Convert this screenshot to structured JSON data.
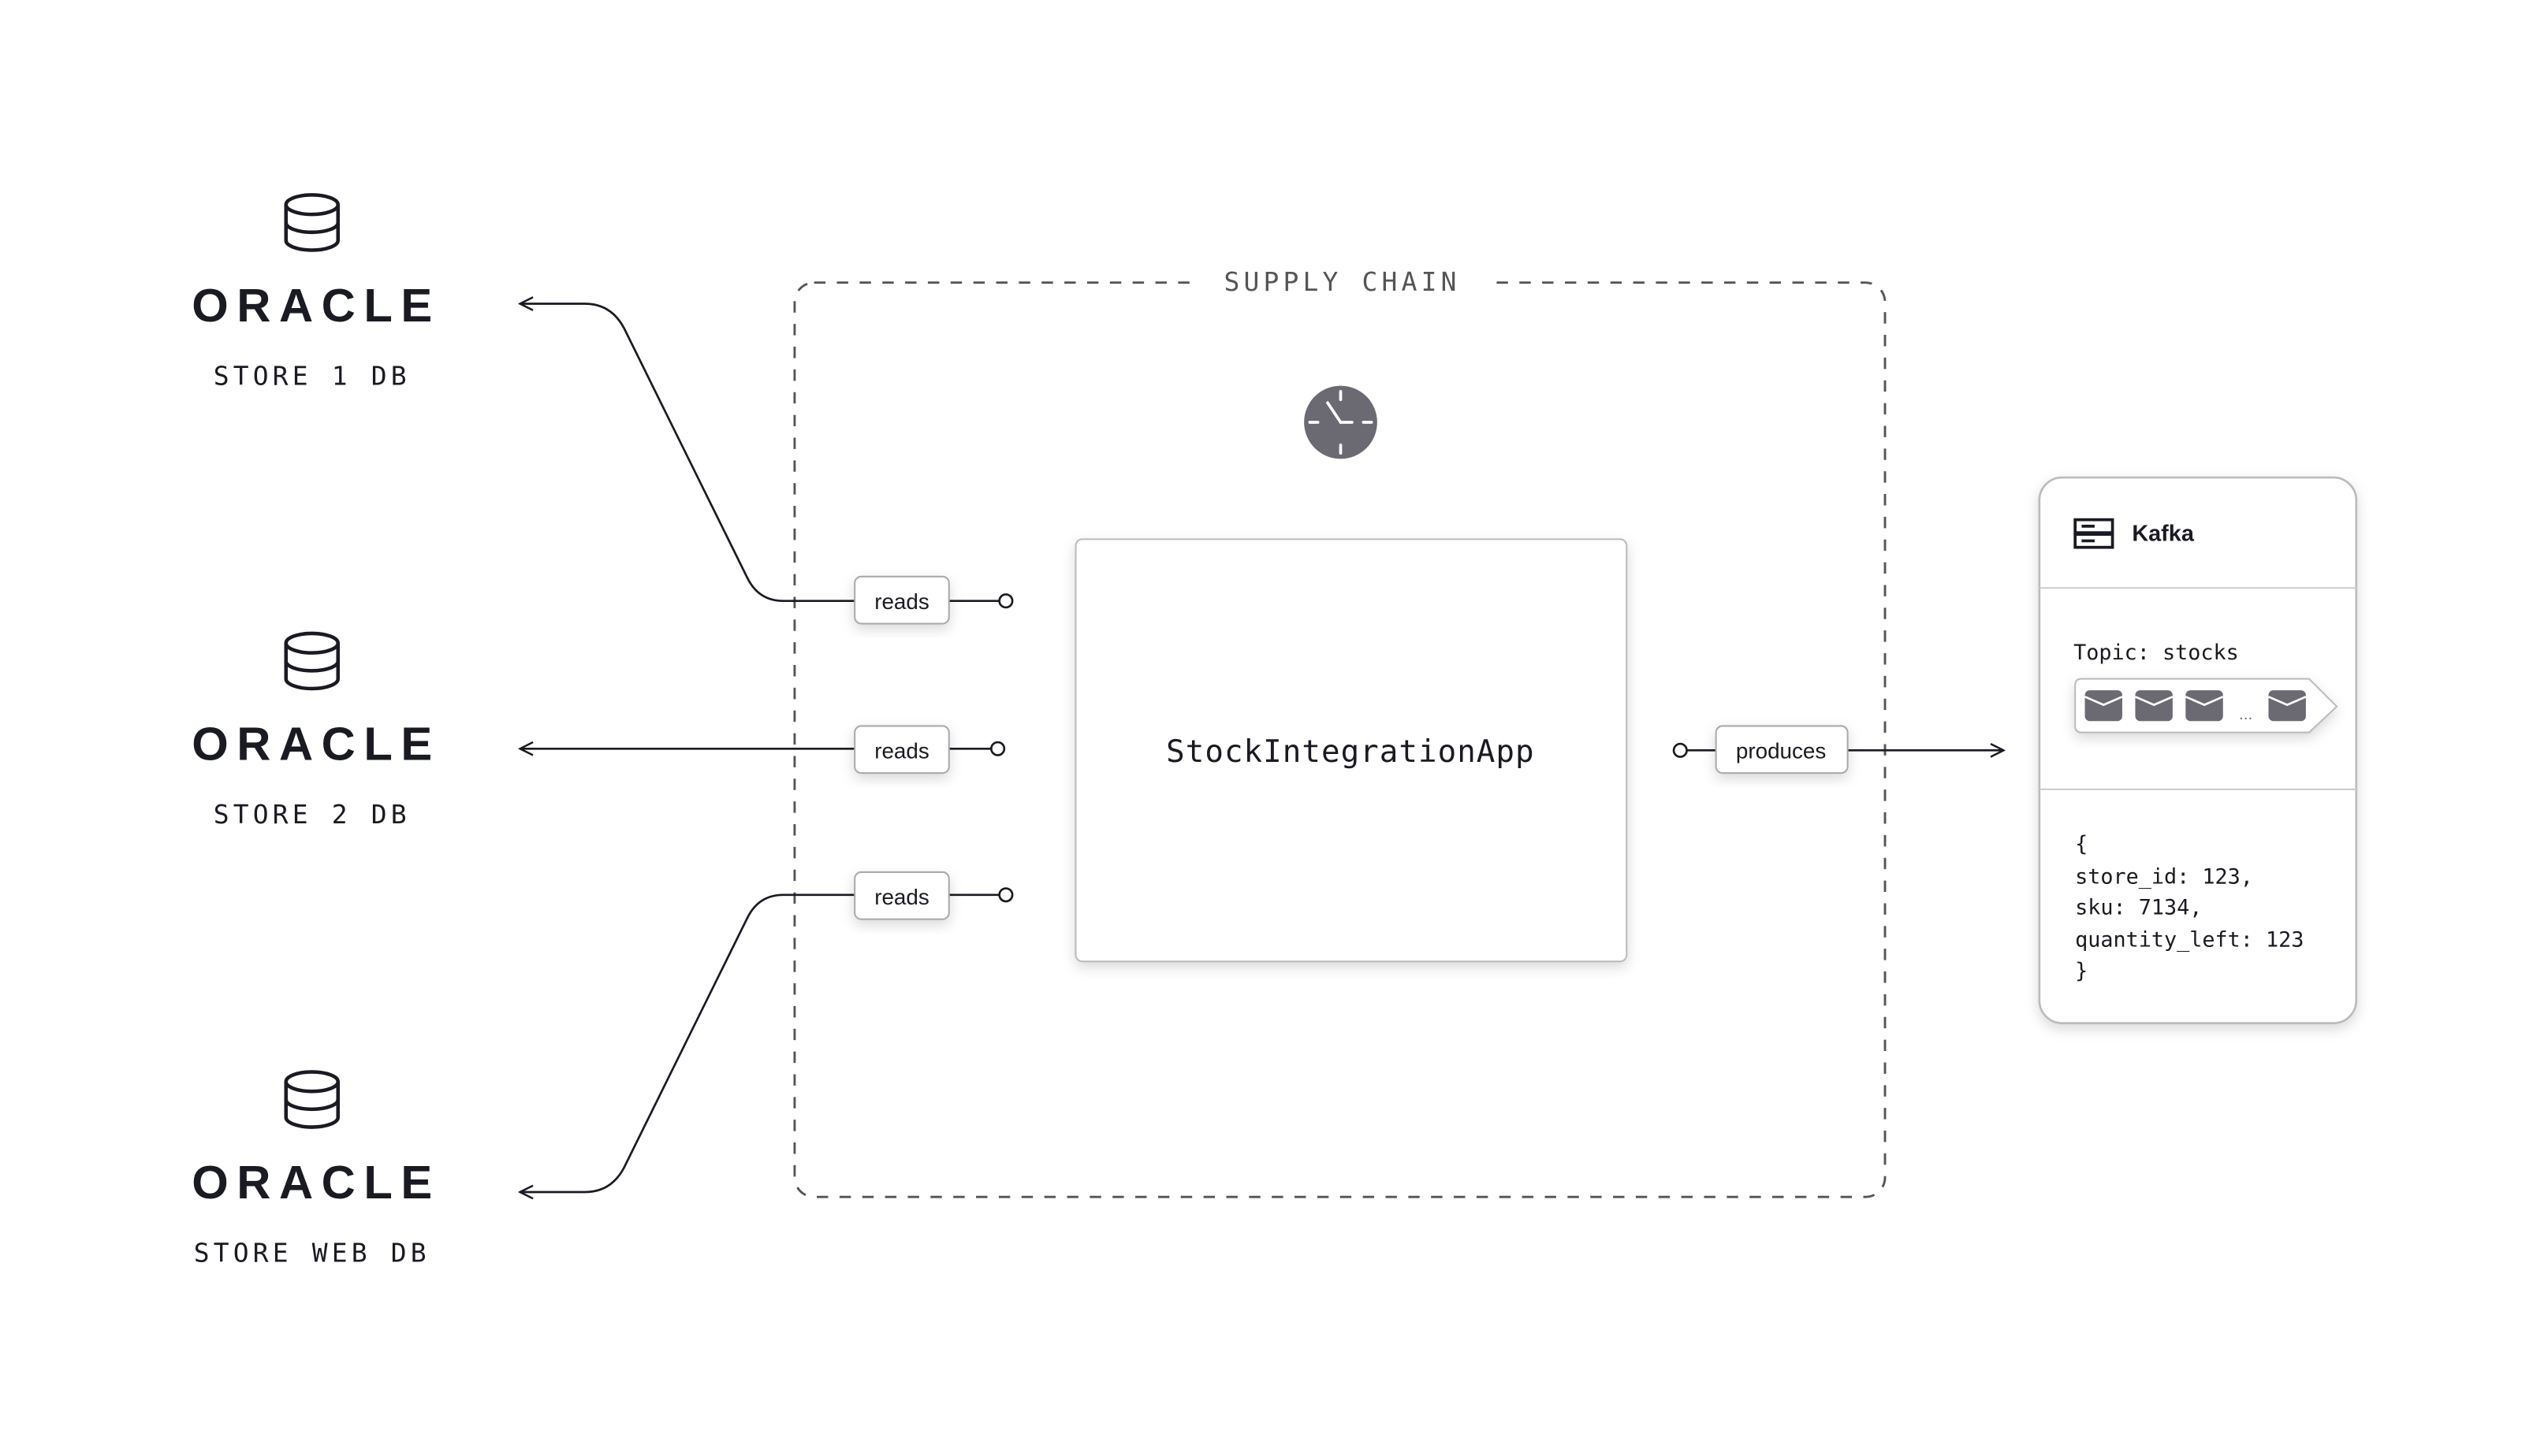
{
  "sources": [
    {
      "logo": "ORACLE",
      "label": "STORE 1 DB",
      "edge_label": "reads"
    },
    {
      "logo": "ORACLE",
      "label": "STORE 2 DB",
      "edge_label": "reads"
    },
    {
      "logo": "ORACLE",
      "label": "STORE WEB DB",
      "edge_label": "reads"
    }
  ],
  "group": {
    "label": "SUPPLY CHAIN"
  },
  "app": {
    "name": "StockIntegrationApp",
    "trigger_icon": "clock-icon"
  },
  "output_edge": {
    "label": "produces"
  },
  "kafka": {
    "title": "Kafka",
    "topic": "Topic: stocks",
    "ellipsis": "...",
    "payload": [
      "{",
      "store_id: 123,",
      "sku: 7134,",
      "quantity_left: 123",
      "}"
    ]
  },
  "colors": {
    "ink": "#1a1a22",
    "icon_gray": "#6b6a72",
    "border": "#c4c4c8",
    "dash": "#555"
  }
}
